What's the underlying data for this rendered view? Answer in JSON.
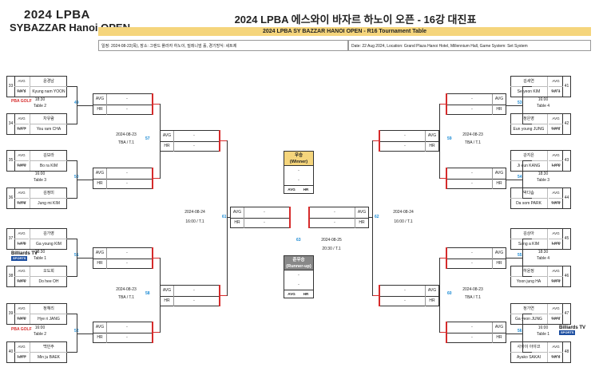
{
  "header": {
    "logo_line1": "2024 LPBA",
    "logo_line2": "SYBAZZAR Hanoi OPEN",
    "title_kr": "2024 LPBA 에스와이 바자르 하노이 오픈 - 16강 대진표",
    "title_en": "2024 LPBA SY BAZZAR HANOI OPEN - R16 Tournament Table",
    "info_kr": "일정: 2024-08-22(목), 장소: 그랜드 플라자 하노이, 밀레니엄 홀, 경기방식: 세트제",
    "info_en": "Date: 22 Aug 2024, Location: Grand Plaza Hanoi Hotel, Millennium Hall, Game System: Set System"
  },
  "labels": {
    "avg": "AVG",
    "hr": "HR",
    "dash": "-"
  },
  "sponsors": {
    "pba": "PBA GOLF",
    "billiards": "Billiards TV",
    "sports": "SPORTS"
  },
  "left_players": [
    {
      "seed": "33",
      "avg": "AVG 0.574",
      "hr": "HR 5",
      "kr": "윤경남",
      "en": "Kyung nam YOON"
    },
    {
      "seed": "34",
      "avg": "AVG 0.729",
      "hr": "HR 7",
      "kr": "차유람",
      "en": "You ram CHA"
    },
    {
      "seed": "35",
      "avg": "AVG 0.690",
      "hr": "HR 4",
      "kr": "김보라",
      "en": "Bo ra KIM"
    },
    {
      "seed": "36",
      "avg": "AVG 0.762",
      "hr": "HR 6",
      "kr": "김정미",
      "en": "Jung mi KIM"
    },
    {
      "seed": "37",
      "avg": "AVG 1.435",
      "hr": "HR 5",
      "kr": "김가영",
      "en": "Ga young KIM"
    },
    {
      "seed": "38",
      "avg": "AVG 0.800",
      "hr": "HR 6",
      "kr": "오도희",
      "en": "Do hee OH"
    },
    {
      "seed": "39",
      "avg": "AVG 0.500",
      "hr": "HR 6",
      "kr": "정혜리",
      "en": "Hye ri JANG"
    },
    {
      "seed": "40",
      "avg": "AVG 1.000",
      "hr": "HR 7",
      "kr": "백민주",
      "en": "Min ju BAEK"
    }
  ],
  "right_players": [
    {
      "seed": "41",
      "avg": "AVG 0.771",
      "hr": "HR 4",
      "kr": "김세연",
      "en": "Se yeon KIM"
    },
    {
      "seed": "42",
      "avg": "AVG 0.667",
      "hr": "HR 5",
      "kr": "정은영",
      "en": "Eun young JUNG"
    },
    {
      "seed": "43",
      "avg": "AVG 1.000",
      "hr": "HR 5",
      "kr": "강지은",
      "en": "Ji eun KANG"
    },
    {
      "seed": "44",
      "avg": "AVG 0.939",
      "hr": "HR 4",
      "kr": "박다솜",
      "en": "Da som PARK"
    },
    {
      "seed": "45",
      "avg": "AVG 1.000",
      "hr": "HR 5",
      "kr": "김상아",
      "en": "Sang a KIM"
    },
    {
      "seed": "46",
      "avg": "AVG 0.809",
      "hr": "HR 4",
      "kr": "하윤정",
      "en": "Yoon jung HA"
    },
    {
      "seed": "47",
      "avg": "AVG 0.667",
      "hr": "HR 6",
      "kr": "정가연",
      "en": "Ga yeon JUNG"
    },
    {
      "seed": "48",
      "avg": "AVG 0.974",
      "hr": "HR 6",
      "kr": "사카이 아야코",
      "en": "Ayako SAKAI"
    }
  ],
  "r16_left": [
    {
      "num": "49",
      "time": "18:30",
      "table": "Table 2"
    },
    {
      "num": "50",
      "time": "16:00",
      "table": "Table 3"
    },
    {
      "num": "51",
      "time": "18:30",
      "table": "Table 1"
    },
    {
      "num": "52",
      "time": "16:00",
      "table": "Table 2"
    }
  ],
  "r16_right": [
    {
      "num": "53",
      "time": "16:00",
      "table": "Table 4"
    },
    {
      "num": "54",
      "time": "18:30",
      "table": "Table 3"
    },
    {
      "num": "55",
      "time": "18:30",
      "table": "Table 4"
    },
    {
      "num": "56",
      "time": "16:00",
      "table": "Table 1"
    }
  ],
  "qf_left": [
    {
      "num": "57",
      "date": "2024-08-23",
      "time": "TBA / T.1"
    },
    {
      "num": "58",
      "date": "2024-08-23",
      "time": "TBA / T.1"
    }
  ],
  "qf_right": [
    {
      "num": "59",
      "date": "2024-08-23",
      "time": "TBA / T.1"
    },
    {
      "num": "60",
      "date": "2024-08-23",
      "time": "TBA / T.1"
    }
  ],
  "sf_left": {
    "num": "61",
    "date": "2024-08-24",
    "time": "16:00 / T.1"
  },
  "sf_right": {
    "num": "62",
    "date": "2024-08-24",
    "time": "16:00 / T.1"
  },
  "final": {
    "num": "63",
    "date": "2024-08-25",
    "time": "20:30 / T.1"
  },
  "winner": {
    "kr": "우승",
    "en": "(Winner)"
  },
  "runnerup": {
    "kr": "준우승",
    "en": "(Runner-up)"
  }
}
